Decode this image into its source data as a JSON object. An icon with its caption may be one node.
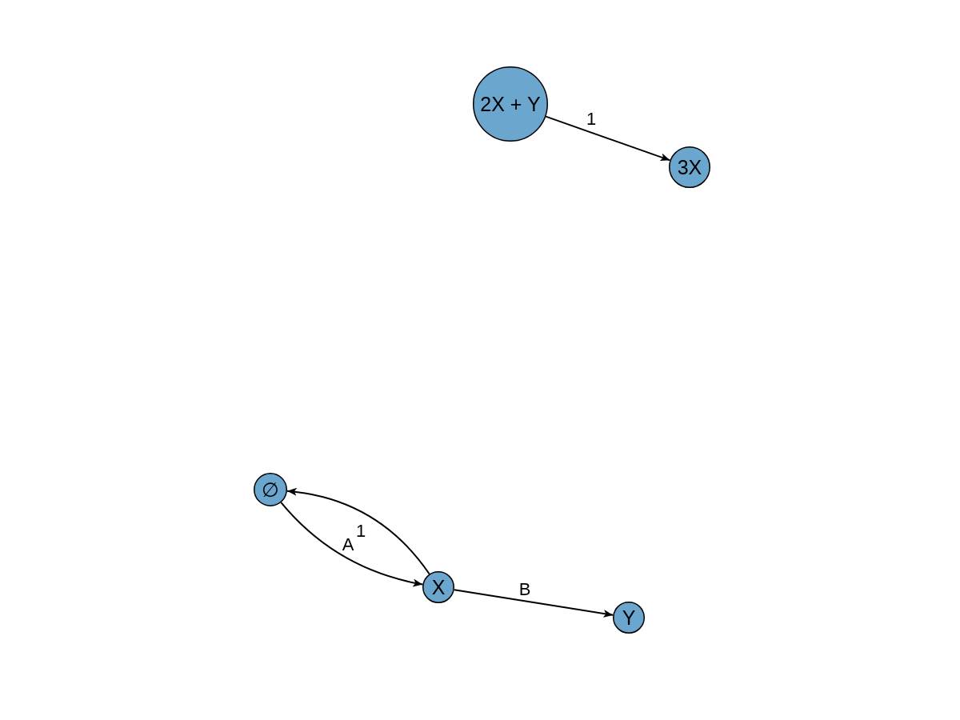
{
  "diagram": {
    "nodes": [
      {
        "text": [
          "2X + Y"
        ]
      },
      {
        "text": [
          "3X"
        ]
      },
      {
        "text": [
          "∅"
        ]
      },
      {
        "text": [
          "X"
        ]
      },
      {
        "text": [
          "Y"
        ]
      }
    ],
    "edges": [
      {
        "from": 0,
        "to": 1,
        "arrow": "to",
        "label": "1"
      },
      {
        "from": 2,
        "to": 3,
        "arrow": "to",
        "label": "A"
      },
      {
        "from": 3,
        "to": 2,
        "arrow": "to",
        "label": "1"
      },
      {
        "from": 3,
        "to": 4,
        "arrow": "to",
        "label": "B"
      }
    ]
  }
}
